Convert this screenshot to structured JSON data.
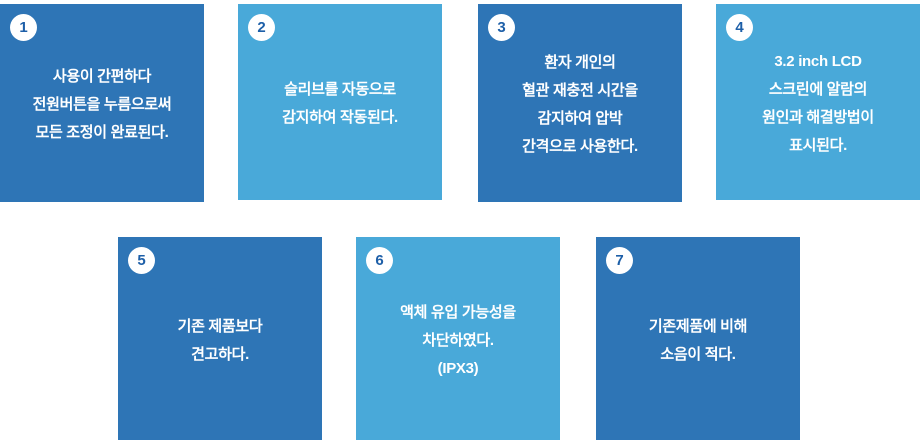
{
  "page": {
    "background": "#ffffff"
  },
  "colors": {
    "dark_blue": "#2e75b6",
    "light_blue": "#49a9d9",
    "badge_bg": "#ffffff",
    "badge_text": "#1d5fa8",
    "card_text": "#ffffff"
  },
  "cards": [
    {
      "number": "1",
      "variant": "dark",
      "text": "사용이 간편하다\n전원버튼을 누름으로써\n모든 조정이 완료된다."
    },
    {
      "number": "2",
      "variant": "light",
      "text": "슬리브를 자동으로\n감지하여 작동된다."
    },
    {
      "number": "3",
      "variant": "dark",
      "text": "환자 개인의\n혈관 재충전 시간을\n감지하여 압박\n간격으로 사용한다."
    },
    {
      "number": "4",
      "variant": "light",
      "text": "3.2 inch LCD\n스크린에 알람의\n원인과 해결방법이\n표시된다."
    },
    {
      "number": "5",
      "variant": "dark",
      "text": "기존 제품보다\n견고하다."
    },
    {
      "number": "6",
      "variant": "light",
      "text": "액체 유입 가능성을\n차단하였다.\n(IPX3)"
    },
    {
      "number": "7",
      "variant": "dark",
      "text": "기존제품에 비해\n소음이 적다."
    }
  ]
}
